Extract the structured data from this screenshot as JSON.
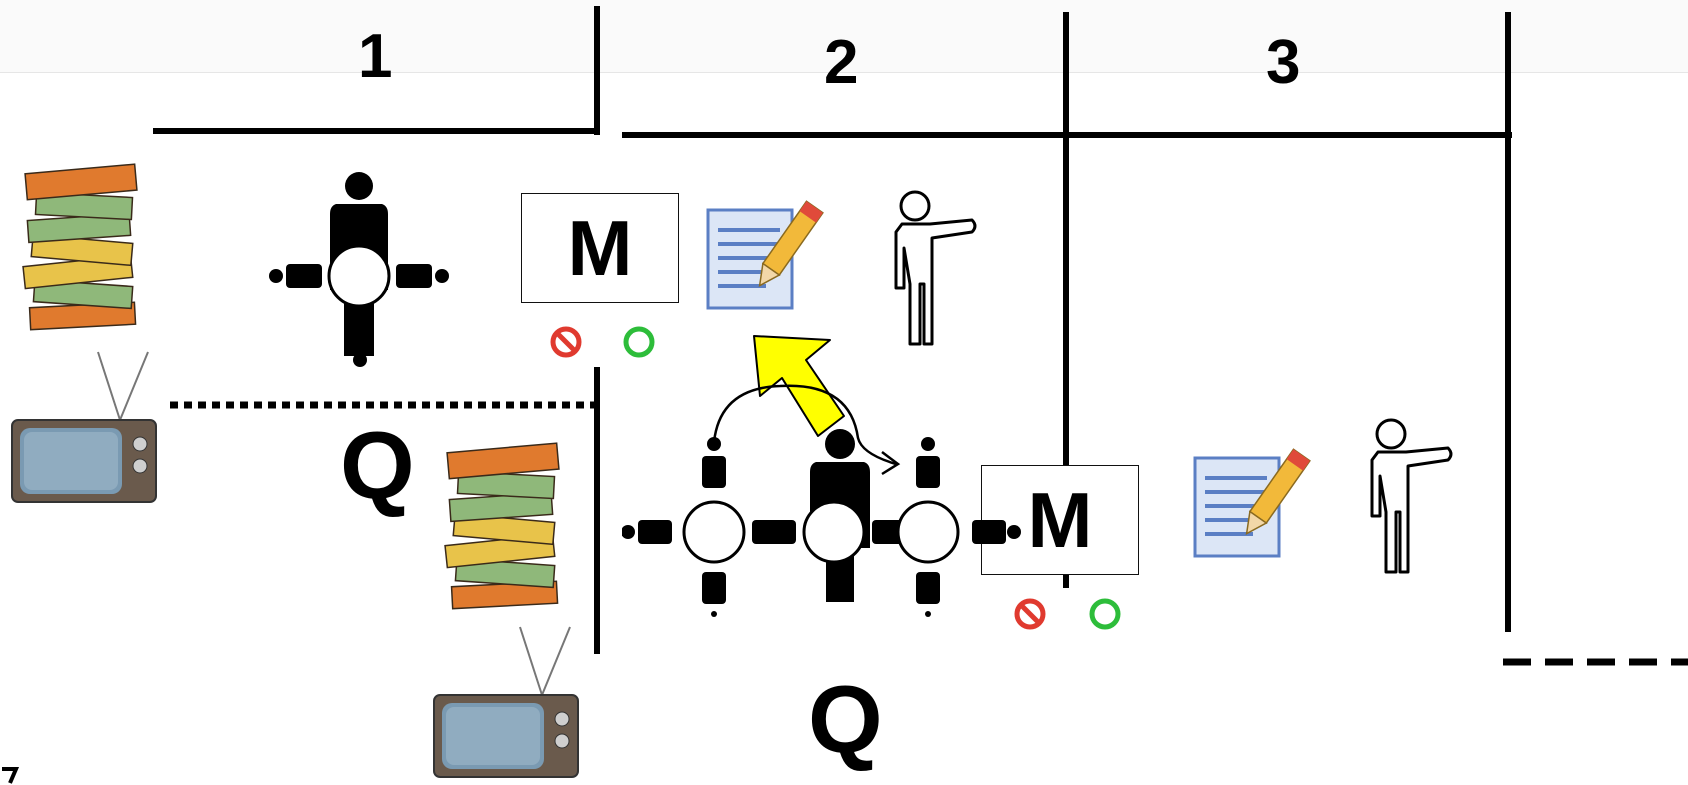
{
  "columns": [
    {
      "label": "1"
    },
    {
      "label": "2"
    },
    {
      "label": "3"
    }
  ],
  "queues": [
    {
      "label": "Q"
    },
    {
      "label": "Q"
    }
  ],
  "machines": [
    {
      "label": "M",
      "reject_icon": "prohibit-icon",
      "accept_icon": "circle-ok-icon"
    },
    {
      "label": "M",
      "reject_icon": "prohibit-icon",
      "accept_icon": "circle-ok-icon"
    }
  ],
  "colors": {
    "line": "#000000",
    "arrow_fill": "#ffff00",
    "reject": "#e03a2f",
    "accept": "#2dbd3a",
    "book_orange": "#e07a2e",
    "book_green": "#8fb87a",
    "book_yellow": "#e8c34a",
    "document_blue": "#5b7fc4"
  }
}
